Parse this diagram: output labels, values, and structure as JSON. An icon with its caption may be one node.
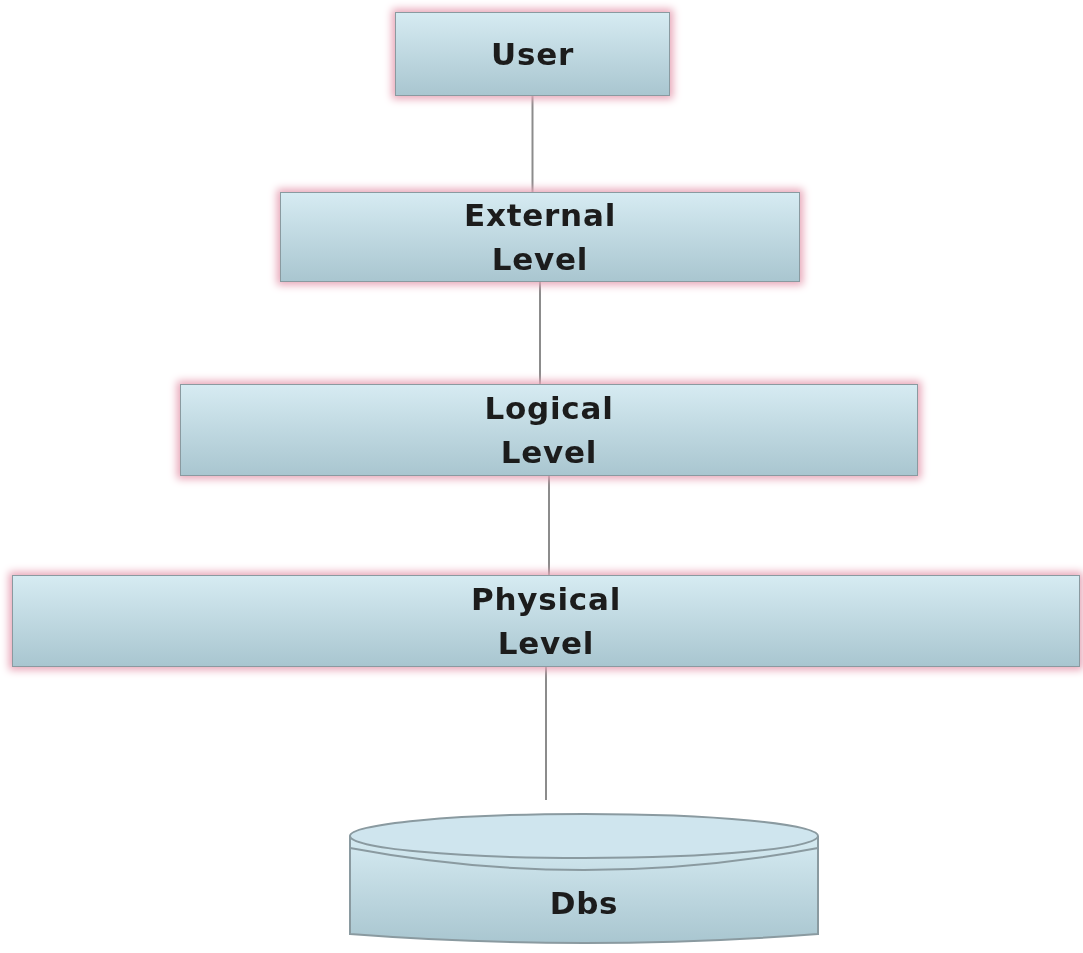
{
  "diagram": {
    "nodes": [
      {
        "text": [
          "User"
        ]
      },
      {
        "text": [
          "External Level"
        ]
      },
      {
        "text": [
          "Logical Level"
        ]
      },
      {
        "text": [
          "Physical Level"
        ]
      },
      {
        "text": [
          "Dbs"
        ]
      }
    ],
    "edges": [
      {
        "from": 0,
        "to": 1,
        "arrow": "none"
      },
      {
        "from": 1,
        "to": 2,
        "arrow": "none"
      },
      {
        "from": 2,
        "to": 3,
        "arrow": "none"
      },
      {
        "from": 3,
        "to": 4,
        "arrow": "none"
      }
    ]
  }
}
